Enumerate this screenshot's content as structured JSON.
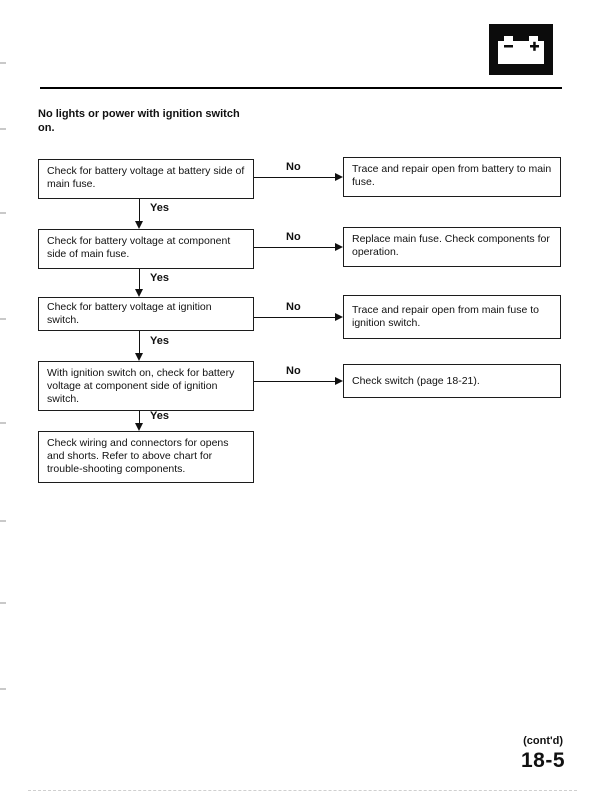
{
  "header": {
    "title_line1": "No lights or power with ignition switch",
    "title_line2": "on."
  },
  "flowchart": {
    "yes_label": "Yes",
    "no_label": "No",
    "rows": [
      {
        "check": "Check for battery voltage at battery side of main fuse.",
        "action": "Trace and repair open from battery to main fuse."
      },
      {
        "check": "Check for battery voltage at component side of main fuse.",
        "action": "Replace main fuse. Check components for operation."
      },
      {
        "check": "Check for battery voltage at ignition switch.",
        "action": "Trace and repair open from main fuse to ignition switch."
      },
      {
        "check": "With ignition switch on, check for battery voltage at component side of ignition switch.",
        "action": "Check switch (page 18-21)."
      },
      {
        "check": "Check wiring and connectors for opens and shorts. Refer to above chart for trouble-shooting components."
      }
    ]
  },
  "footer": {
    "contd": "(cont'd)",
    "page_number": "18-5"
  },
  "icons": {
    "battery": "battery-icon"
  }
}
